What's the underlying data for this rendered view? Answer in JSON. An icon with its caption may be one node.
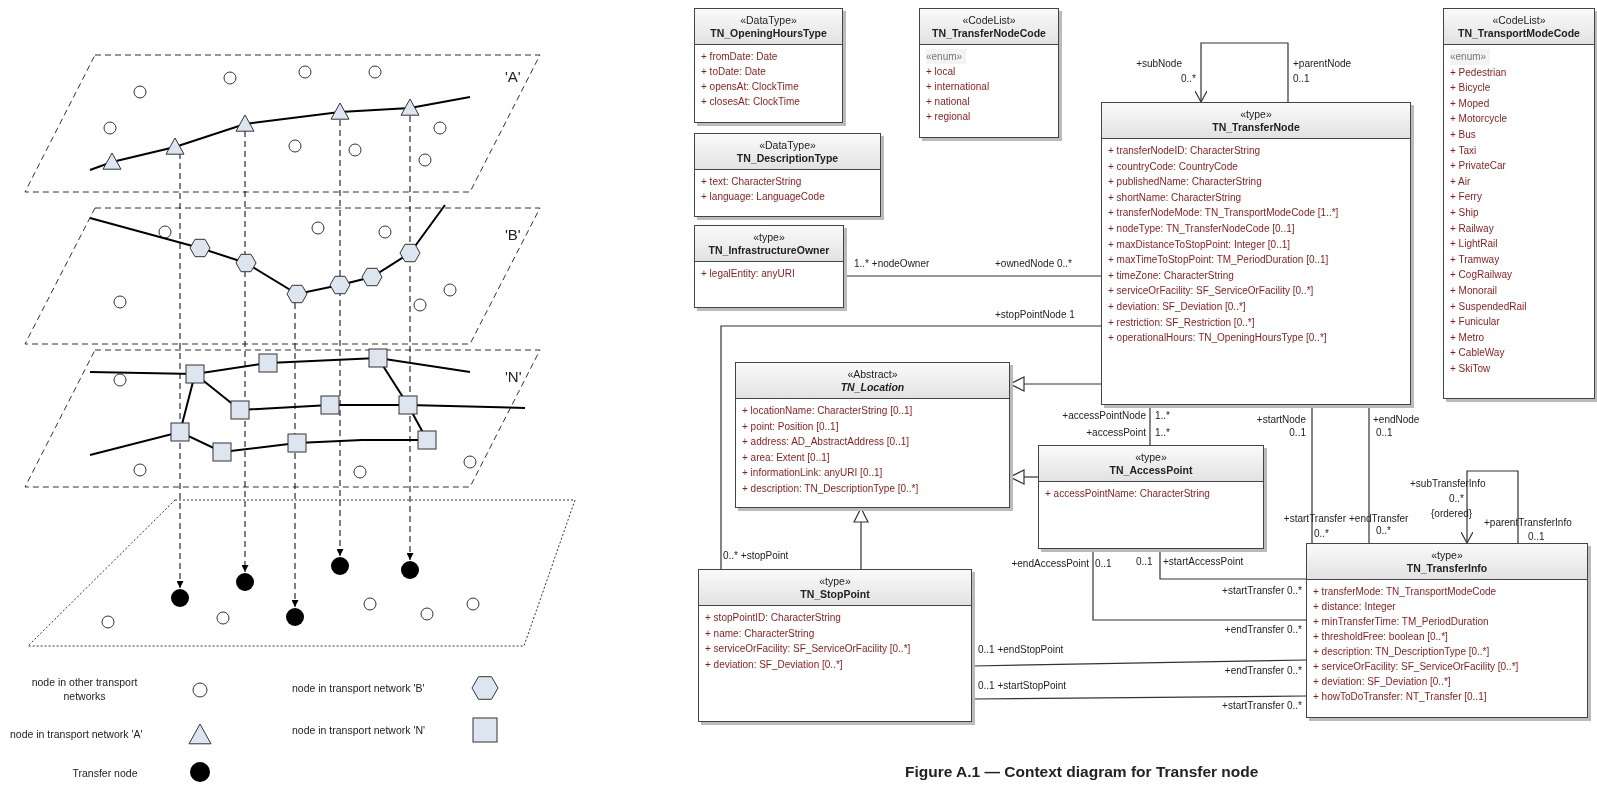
{
  "diagram": {
    "caption": "Figure A.1 — Context diagram for Transfer node",
    "nodes": [
      {
        "text": [
          "«DataType»",
          "TN_OpeningHoursType",
          "+ fromDate: Date",
          "+ toDate: Date",
          "+ opensAt: ClockTime",
          "+ closesAt: ClockTime"
        ]
      },
      {
        "text": [
          "«CodeList»",
          "TN_TransferNodeCode",
          "«enum»",
          "+ local",
          "+ international",
          "+ national",
          "+ regional"
        ]
      },
      {
        "text": [
          "«DataType»",
          "TN_DescriptionType",
          "+ text: CharacterString",
          "+ language: LanguageCode"
        ]
      },
      {
        "text": [
          "«type»",
          "TN_InfrastructureOwner",
          "+ legalEntity: anyURI"
        ]
      },
      {
        "text": [
          "«type»",
          "TN_TransferNode",
          "+ transferNodeID: CharacterString",
          "+ countryCode: CountryCode",
          "+ publishedName: CharacterString",
          "+ shortName: CharacterString",
          "+ transferNodeMode: TN_TransportModeCode [1..*]",
          "+ nodeType: TN_TransferNodeCode [0..1]",
          "+ maxDistanceToStopPoint: Integer [0..1]",
          "+ maxTimeToStopPoint: TM_PeriodDuration [0..1]",
          "+ timeZone: CharacterString",
          "+ serviceOrFacility: SF_ServiceOrFacility [0..*]",
          "+ deviation: SF_Deviation [0..*]",
          "+ restriction: SF_Restriction [0..*]",
          "+ operationalHours: TN_OpeningHoursType [0..*]"
        ]
      },
      {
        "text": [
          "«CodeList»",
          "TN_TransportModeCode",
          "«enum»",
          "+ Pedestrian",
          "+ Bicycle",
          "+ Moped",
          "+ Motorcycle",
          "+ Bus",
          "+ Taxi",
          "+ PrivateCar",
          "+ Air",
          "+ Ferry",
          "+ Ship",
          "+ Railway",
          "+ LightRail",
          "+ Tramway",
          "+ CogRailway",
          "+ Monorail",
          "+ SuspendedRail",
          "+ Funicular",
          "+ Metro",
          "+ CableWay",
          "+ SkiTow"
        ]
      },
      {
        "text": [
          "«Abstract»",
          "TN_Location",
          "+ locationName: CharacterString [0..1]",
          "+ point: Position [0..1]",
          "+ address: AD_AbstractAddress [0..1]",
          "+ area: Extent [0..1]",
          "+ informationLink: anyURI [0..1]",
          "+ description: TN_DescriptionType [0..*]"
        ]
      },
      {
        "text": [
          "«type»",
          "TN_AccessPoint",
          "+ accessPointName: CharacterString"
        ]
      },
      {
        "text": [
          "«type»",
          "TN_StopPoint",
          "+ stopPointID: CharacterString",
          "+ name: CharacterString",
          "+ serviceOrFacility: SF_ServiceOrFacility [0..*]",
          "+ deviation: SF_Deviation [0..*]"
        ]
      },
      {
        "text": [
          "«type»",
          "TN_TransferInfo",
          "+ transferMode: TN_TransportModeCode",
          "+ distance: Integer",
          "+ minTransferTime: TM_PeriodDuration",
          "+ thresholdFree: boolean [0..*]",
          "+ description: TN_DescriptionType [0..*]",
          "+ serviceOrFacility: SF_ServiceOrFacility [0..*]",
          "+ deviation: SF_Deviation [0..*]",
          "+ howToDoTransfer: NT_Transfer [0..1]"
        ]
      }
    ],
    "edges": [
      {
        "from": 4,
        "to": 4,
        "arrow": "to"
      },
      {
        "from": 3,
        "to": 4,
        "arrow": "none"
      },
      {
        "from": 4,
        "to": 8,
        "arrow": "none"
      },
      {
        "from": 4,
        "to": 6,
        "arrow": "to"
      },
      {
        "from": 7,
        "to": 6,
        "arrow": "to"
      },
      {
        "from": 8,
        "to": 6,
        "arrow": "to"
      },
      {
        "from": 4,
        "to": 7,
        "arrow": "none"
      },
      {
        "from": 4,
        "to": 9,
        "arrow": "none"
      },
      {
        "from": 4,
        "to": 9,
        "arrow": "none"
      },
      {
        "from": 9,
        "to": 9,
        "arrow": "to"
      },
      {
        "from": 7,
        "to": 9,
        "arrow": "none"
      },
      {
        "from": 7,
        "to": 9,
        "arrow": "none"
      },
      {
        "from": 8,
        "to": 9,
        "arrow": "none"
      },
      {
        "from": 8,
        "to": 9,
        "arrow": "none"
      }
    ],
    "labels": [
      "'A'",
      "'B'",
      "'N'",
      "+subNode",
      "+parentNode",
      "0..*",
      "0..1",
      "1..* +nodeOwner",
      "+ownedNode 0..*",
      "+stopPointNode 1",
      "+accessPointNode",
      "1..*",
      "+startNode",
      "+endNode",
      "+accessPoint",
      "1..*",
      "0..1",
      "0..1",
      "+subTransferInfo",
      "0..*",
      "+startTransfer",
      "+endTransfer",
      "{ordered}",
      "+parentTransferInfo",
      "0..*",
      "0..*",
      "0..1",
      "0..* +stopPoint",
      "+endAccessPoint",
      "0..1",
      "0..1",
      "+startAccessPoint",
      "+startTransfer 0..*",
      "+endTransfer 0..*",
      "0..1 +endStopPoint",
      "+endTransfer 0..*",
      "0..1 +startStopPoint",
      "+startTransfer 0..*"
    ],
    "legend": [
      {
        "text": "node in other transport networks"
      },
      {
        "text": "node in transport network 'B'"
      },
      {
        "text": "node in transport network 'A'"
      },
      {
        "text": "node in transport network 'N'"
      },
      {
        "text": "Transfer node"
      }
    ]
  }
}
